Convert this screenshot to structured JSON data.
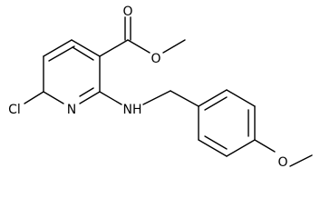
{
  "molecule": {
    "atoms": {
      "carbonyl_o": "O",
      "ester_o": "O",
      "ring_n": "N",
      "amine_nh": "NH",
      "chlorine": "Cl",
      "methoxy_o": "O"
    }
  }
}
